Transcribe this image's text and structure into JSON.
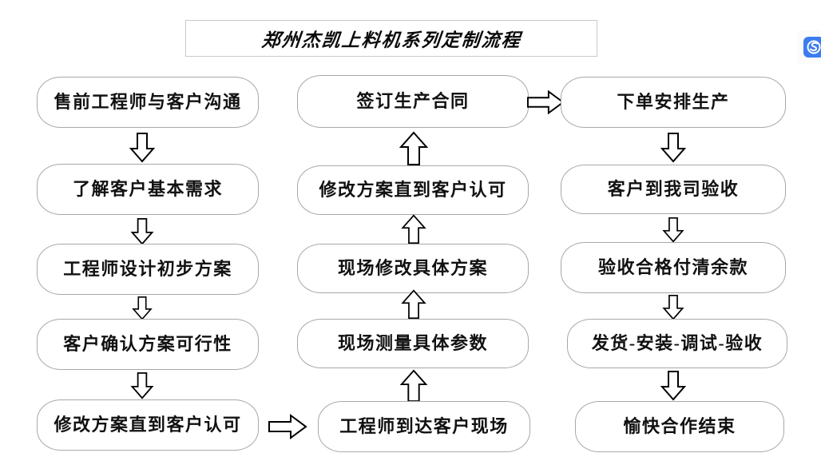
{
  "title": {
    "text": "郑州杰凯上料机系列定制流程"
  },
  "watermark": {
    "icon": "s-logo-icon",
    "glyph": "S",
    "color": "#3b7cf0"
  },
  "columns": [
    {
      "id": "column-1",
      "direction": "down",
      "nodes": [
        {
          "id": "node-1",
          "label": "售前工程师与客户沟通"
        },
        {
          "id": "node-2",
          "label": "了解客户基本需求"
        },
        {
          "id": "node-3",
          "label": "工程师设计初步方案"
        },
        {
          "id": "node-4",
          "label": "客户确认方案可行性"
        },
        {
          "id": "node-5",
          "label": "修改方案直到客户认可"
        }
      ]
    },
    {
      "id": "column-2",
      "direction": "up",
      "nodes": [
        {
          "id": "node-6",
          "label": "签订生产合同"
        },
        {
          "id": "node-7",
          "label": "修改方案直到客户认可"
        },
        {
          "id": "node-8",
          "label": "现场修改具体方案"
        },
        {
          "id": "node-9",
          "label": "现场测量具体参数"
        },
        {
          "id": "node-10",
          "label": "工程师到达客户现场"
        }
      ]
    },
    {
      "id": "column-3",
      "direction": "down",
      "nodes": [
        {
          "id": "node-11",
          "label": "下单安排生产"
        },
        {
          "id": "node-12",
          "label": "客户到我司验收"
        },
        {
          "id": "node-13",
          "label": "验收合格付清余款"
        },
        {
          "id": "node-14",
          "label": "发货-安装-调试-验收"
        },
        {
          "id": "node-15",
          "label": "愉快合作结束"
        }
      ]
    }
  ],
  "connectors": {
    "down_arrow": "arrow-down-icon",
    "up_arrow": "arrow-up-icon",
    "right_arrow": "arrow-right-icon"
  }
}
